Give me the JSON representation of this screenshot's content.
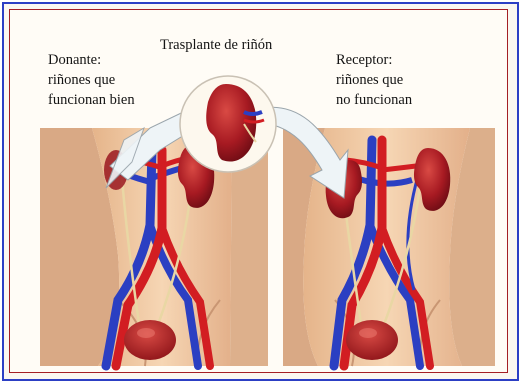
{
  "title": "Trasplante de riñón",
  "donor": {
    "line1": "Donante:",
    "line2": "riñones que",
    "line3": "funcionan bien"
  },
  "recipient": {
    "line1": "Receptor:",
    "line2": "riñones que",
    "line3": "no funcionan"
  },
  "colors": {
    "frame_outer": "#2c3fc4",
    "frame_inner": "#a41f25",
    "skin": "#f2cfa8",
    "artery": "#d21d22",
    "vein": "#2b3fc2",
    "kidney": "#a71a22",
    "arrow": "#eef4f7"
  }
}
